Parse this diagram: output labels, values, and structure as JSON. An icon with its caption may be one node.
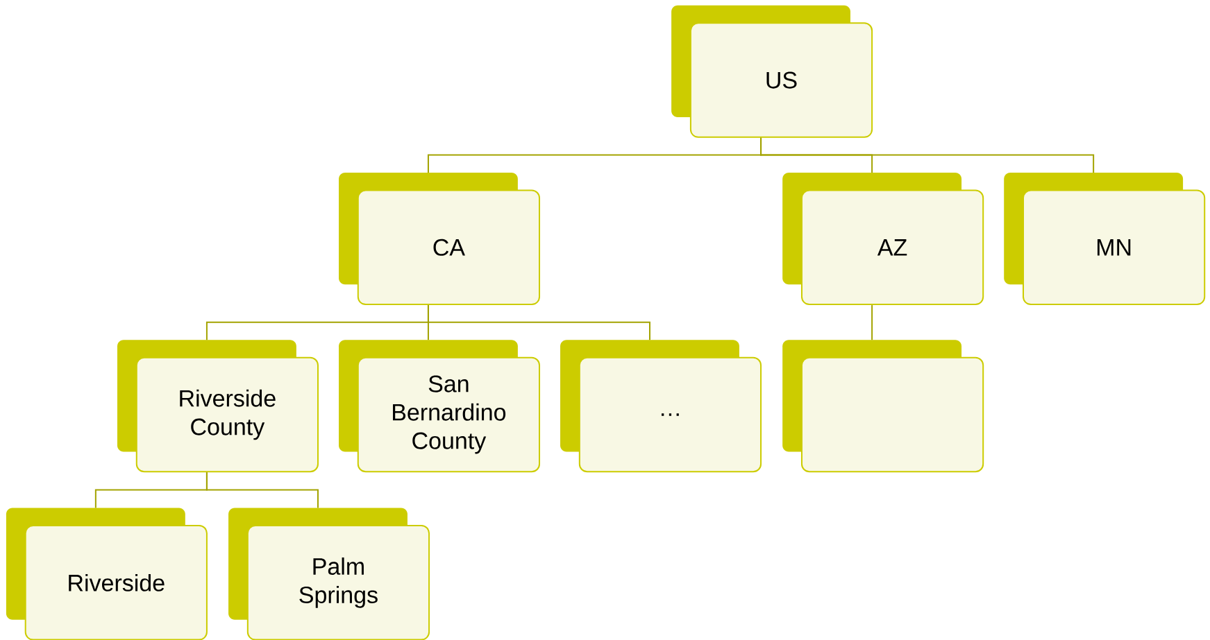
{
  "diagram": {
    "nodes": [
      {
        "text": [
          "US"
        ]
      },
      {
        "text": [
          "CA"
        ]
      },
      {
        "text": [
          "AZ"
        ]
      },
      {
        "text": [
          "MN"
        ]
      },
      {
        "text": [
          "Riverside County"
        ]
      },
      {
        "text": [
          "San Bernardino County"
        ]
      },
      {
        "text": [
          "…"
        ]
      },
      {
        "text": [],
        "shape": "box"
      },
      {
        "text": [
          "Riverside"
        ]
      },
      {
        "text": [
          "Palm Springs"
        ]
      }
    ],
    "edges": [
      {
        "from": 0,
        "to": 1,
        "arrow": "none"
      },
      {
        "from": 0,
        "to": 2,
        "arrow": "none"
      },
      {
        "from": 0,
        "to": 3,
        "arrow": "none"
      },
      {
        "from": 1,
        "to": 4,
        "arrow": "none"
      },
      {
        "from": 1,
        "to": 5,
        "arrow": "none"
      },
      {
        "from": 1,
        "to": 6,
        "arrow": "none"
      },
      {
        "from": 2,
        "to": 7,
        "arrow": "none"
      },
      {
        "from": 4,
        "to": 8,
        "arrow": "none"
      },
      {
        "from": 4,
        "to": 9,
        "arrow": "none"
      }
    ]
  }
}
